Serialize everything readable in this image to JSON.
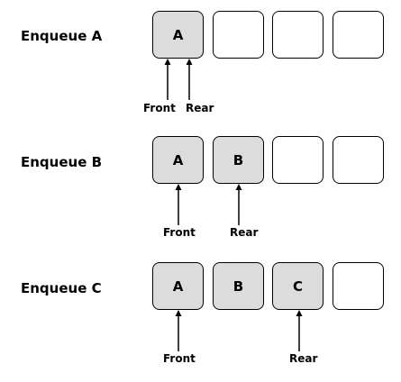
{
  "steps": [
    {
      "title": "Enqueue A",
      "cells": [
        "A",
        "",
        "",
        ""
      ],
      "front_label": "Front",
      "rear_label": "Rear"
    },
    {
      "title": "Enqueue B",
      "cells": [
        "A",
        "B",
        "",
        ""
      ],
      "front_label": "Front",
      "rear_label": "Rear"
    },
    {
      "title": "Enqueue C",
      "cells": [
        "A",
        "B",
        "C",
        ""
      ],
      "front_label": "Front",
      "rear_label": "Rear"
    }
  ],
  "colors": {
    "filled_cell": "#dcdcdc",
    "empty_cell": "#ffffff",
    "stroke": "#000000"
  }
}
